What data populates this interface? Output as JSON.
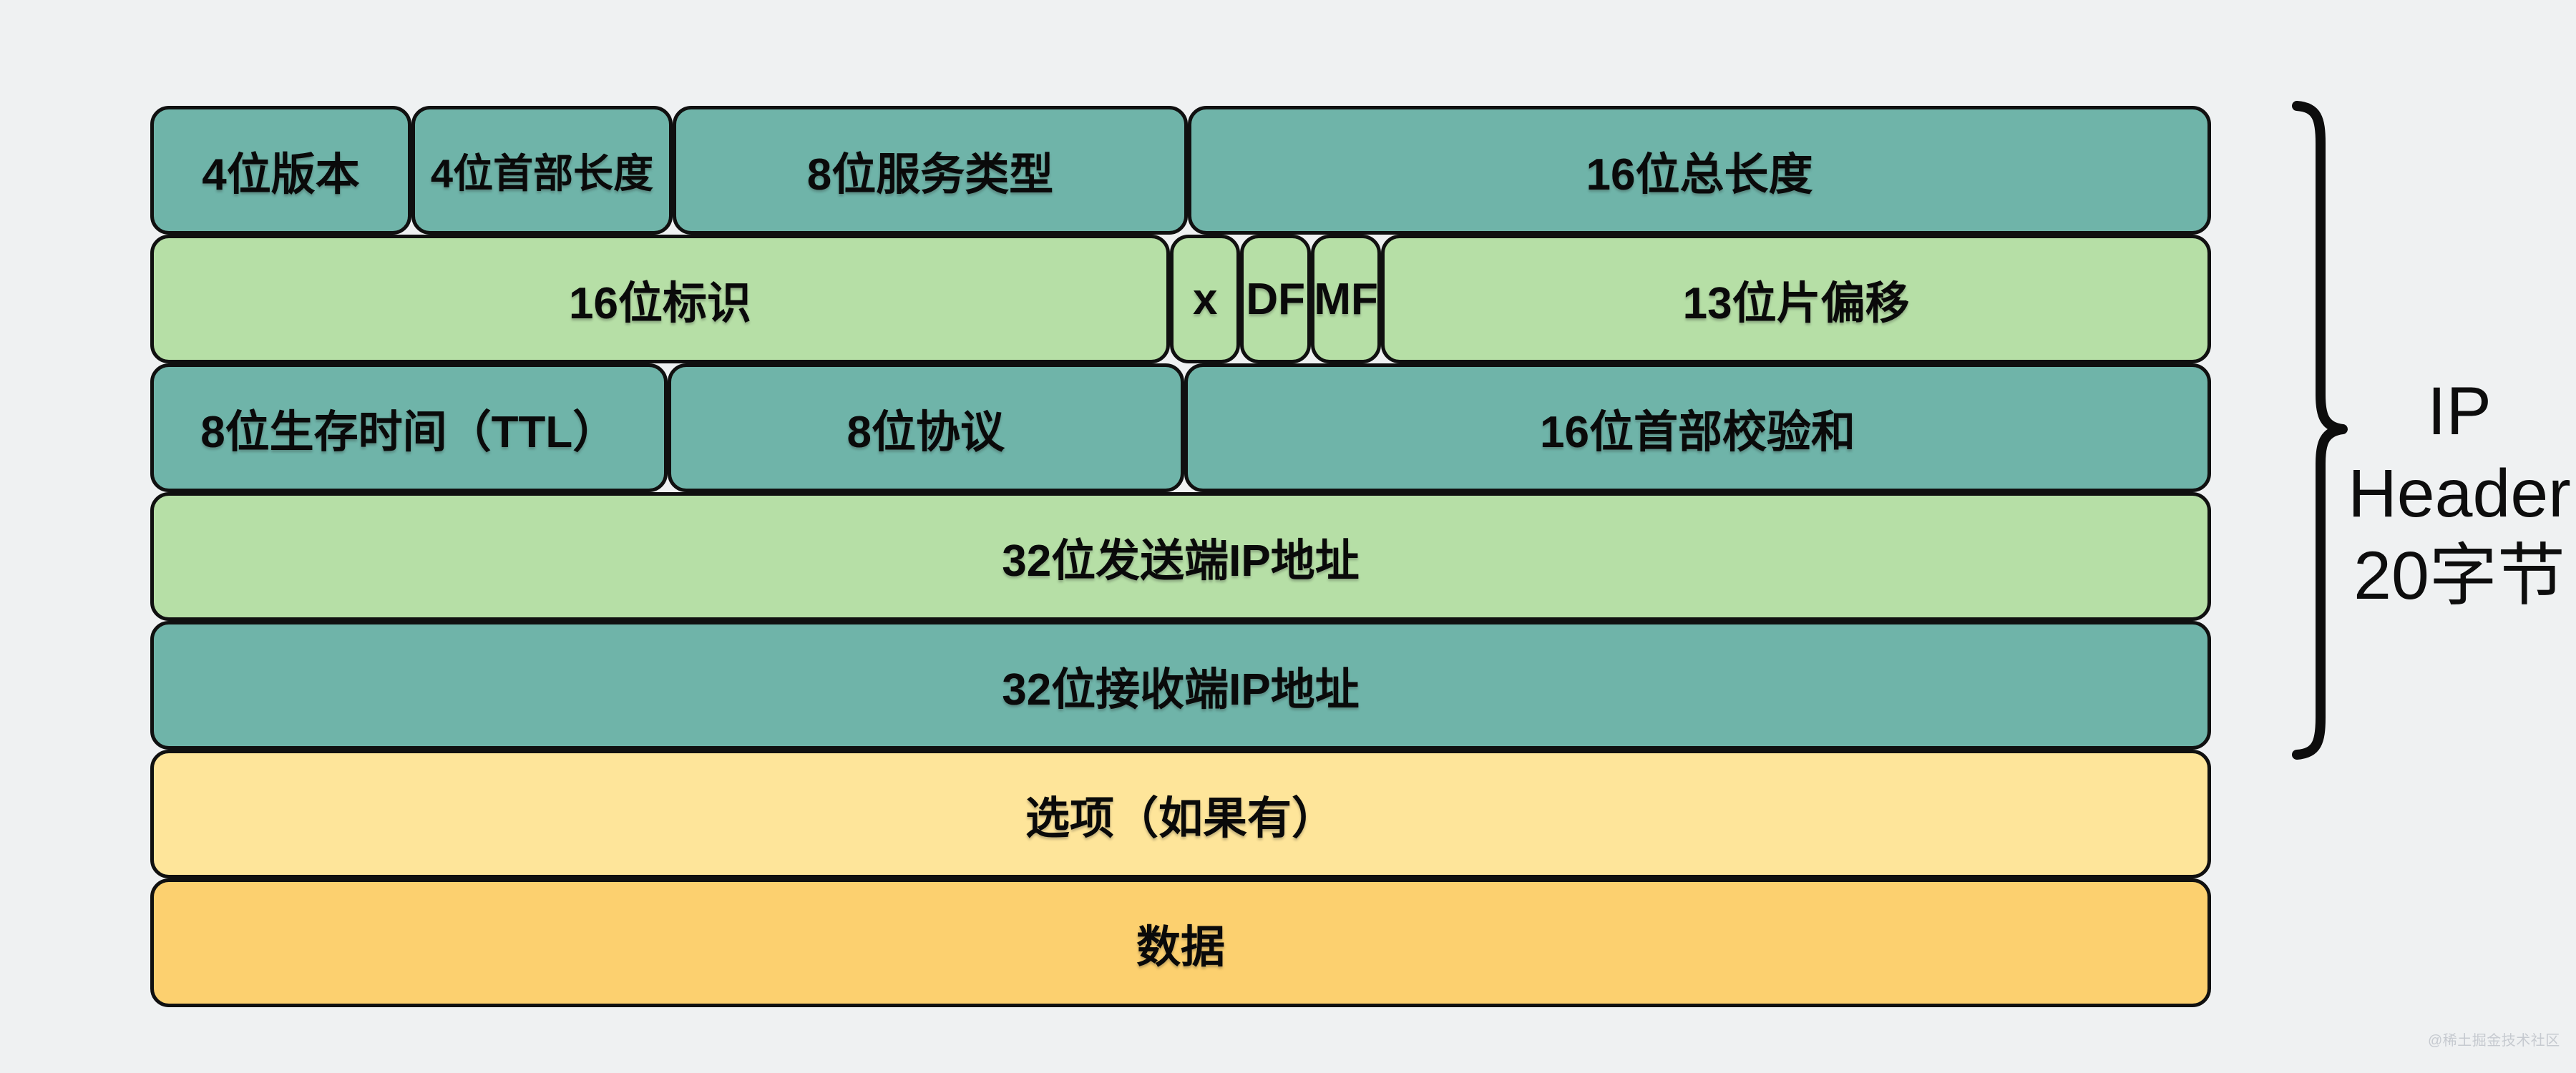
{
  "background_color": "#eff1f2",
  "colors": {
    "teal_row": "#6fb4a9",
    "green_row": "#b6dfa6",
    "yellow_row": "#fee59a",
    "orange_row": "#fcd06f",
    "border": "#101010",
    "text": "#0a0a0a",
    "watermark": "#c6cad0"
  },
  "diagram": {
    "rows": [
      {
        "color": "#6fb4a9",
        "cells": [
          {
            "label": "4位版本",
            "bits": 4
          },
          {
            "label": "4位首部长度",
            "bits": 4
          },
          {
            "label": "8位服务类型",
            "bits": 8
          },
          {
            "label": "16位总长度",
            "bits": 16
          }
        ]
      },
      {
        "color": "#b6dfa6",
        "cells": [
          {
            "label": "16位标识",
            "bits": 16
          },
          {
            "label": "x",
            "bits": 1
          },
          {
            "label": "DF",
            "bits": 1
          },
          {
            "label": "MF",
            "bits": 1
          },
          {
            "label": "13位片偏移",
            "bits": 13
          }
        ]
      },
      {
        "color": "#6fb4a9",
        "cells": [
          {
            "label": "8位生存时间（TTL）",
            "bits": 8
          },
          {
            "label": "8位协议",
            "bits": 8
          },
          {
            "label": "16位首部校验和",
            "bits": 16
          }
        ]
      },
      {
        "color": "#b6dfa6",
        "cells": [
          {
            "label": "32位发送端IP地址",
            "bits": 32
          }
        ]
      },
      {
        "color": "#6fb4a9",
        "cells": [
          {
            "label": "32位接收端IP地址",
            "bits": 32
          }
        ]
      },
      {
        "color": "#fee59a",
        "cells": [
          {
            "label": "选项（如果有）",
            "bits": 32
          }
        ]
      },
      {
        "color": "#fcd06f",
        "cells": [
          {
            "label": "数据",
            "bits": 32
          }
        ]
      }
    ]
  },
  "brace_label": {
    "line1": "IP",
    "line2": "Header",
    "line3": "20字节"
  },
  "watermark": "@稀土掘金技术社区"
}
